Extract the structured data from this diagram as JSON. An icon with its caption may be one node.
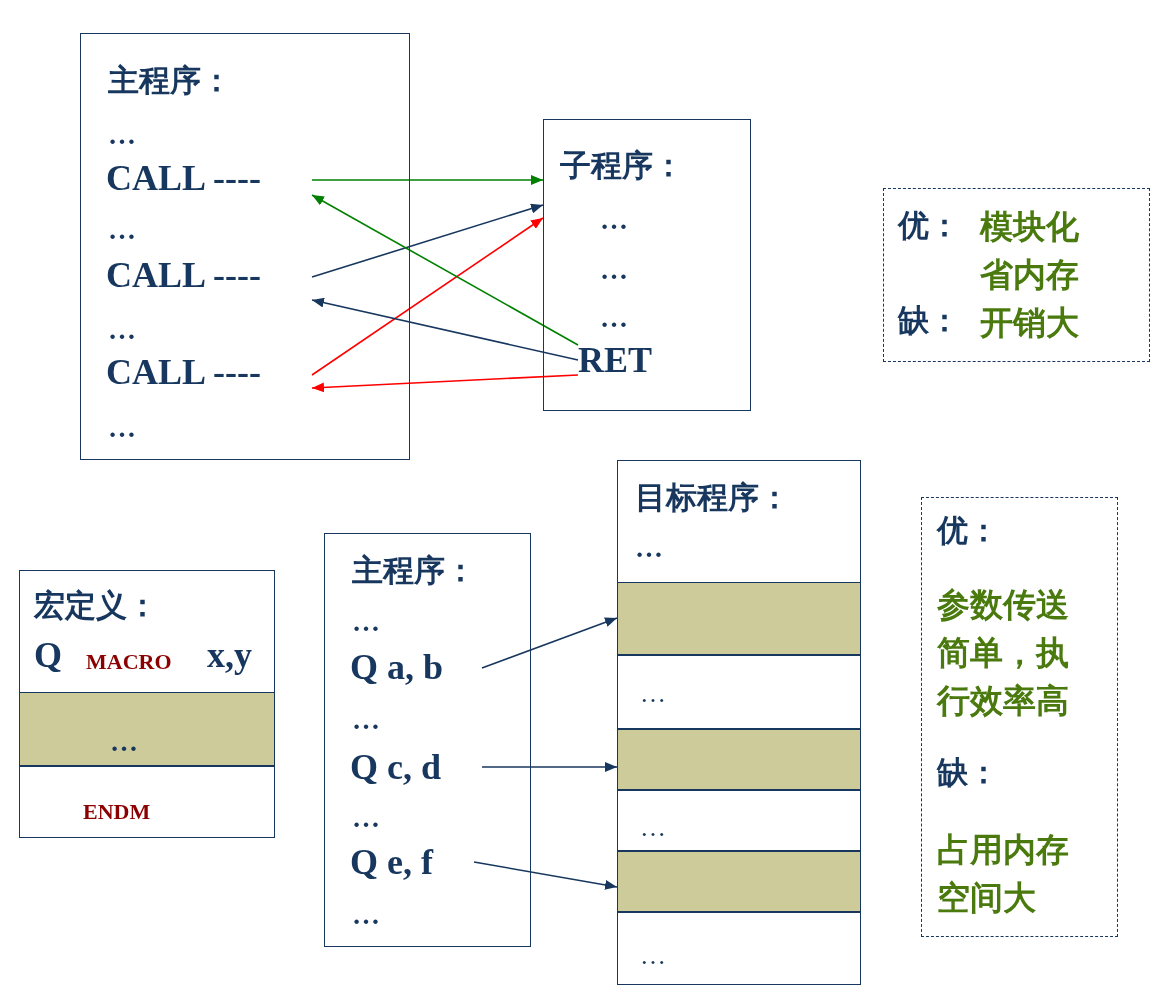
{
  "diagram": {
    "nodes": [
      {
        "text": [
          "主程序：",
          "…",
          "…",
          "…",
          "…"
        ]
      },
      {
        "text": [
          "CALL ----"
        ],
        "in": 0
      },
      {
        "text": [
          "CALL ----"
        ],
        "in": 0
      },
      {
        "text": [
          "CALL ----"
        ],
        "in": 0
      },
      {
        "text": [
          "子程序：",
          "…",
          "…",
          "…"
        ]
      },
      {
        "text": [
          "RET"
        ],
        "in": 4
      },
      {
        "text": [
          "优：",
          "模块化省内存",
          "缺：",
          "开销大"
        ]
      },
      {
        "text": [
          "宏定义：",
          "Q",
          "MACRO",
          "x,y"
        ]
      },
      {
        "text": [
          "…"
        ],
        "in": 7
      },
      {
        "text": [
          "ENDM"
        ],
        "in": 7
      },
      {
        "text": [
          "主程序：",
          "…",
          "…",
          "…",
          "…"
        ]
      },
      {
        "text": [
          "Q a, b"
        ],
        "in": 10
      },
      {
        "text": [
          "Q c, d"
        ],
        "in": 10
      },
      {
        "text": [
          "Q e, f"
        ],
        "in": 10
      },
      {
        "text": [
          "目标程序：",
          "…"
        ]
      },
      {
        "text": [],
        "shape": "bar",
        "in": 14
      },
      {
        "text": [
          "…"
        ],
        "in": 14
      },
      {
        "text": [],
        "shape": "bar",
        "in": 14
      },
      {
        "text": [
          "…"
        ],
        "in": 14
      },
      {
        "text": [],
        "shape": "bar",
        "in": 14
      },
      {
        "text": [
          "…"
        ],
        "in": 14
      },
      {
        "text": [
          "优：",
          "参数传送简单，执行效率高",
          "缺：",
          "占用内存空间大"
        ]
      }
    ],
    "edges": [
      {
        "from": 1,
        "to": 4,
        "arrow": "to",
        "color": "#008000"
      },
      {
        "from": 2,
        "to": 4,
        "arrow": "to"
      },
      {
        "from": 3,
        "to": 4,
        "arrow": "to",
        "color": "#ff0000"
      },
      {
        "from": 5,
        "to": 1,
        "arrow": "to",
        "color": "#008000"
      },
      {
        "from": 5,
        "to": 2,
        "arrow": "to"
      },
      {
        "from": 5,
        "to": 3,
        "arrow": "to",
        "color": "#ff0000"
      },
      {
        "from": 11,
        "to": 15,
        "arrow": "to"
      },
      {
        "from": 12,
        "to": 17,
        "arrow": "to"
      },
      {
        "from": 13,
        "to": 19,
        "arrow": "to"
      }
    ]
  }
}
